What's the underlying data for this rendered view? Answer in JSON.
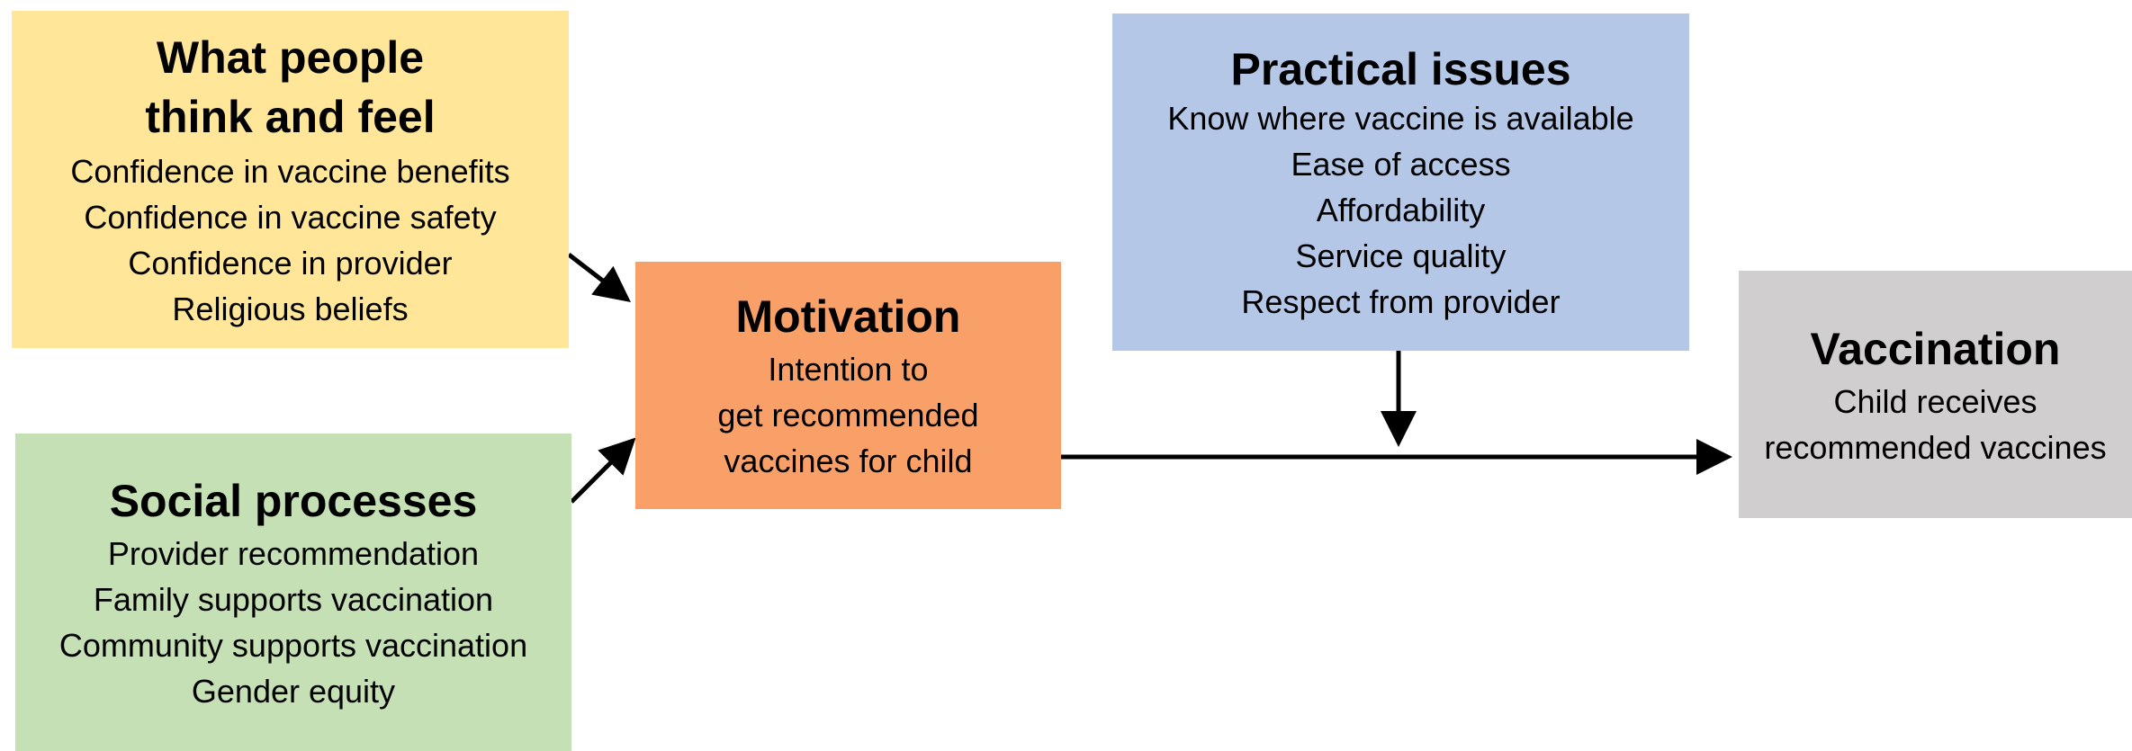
{
  "colors": {
    "think_feel": "#FFE699",
    "social": "#C5E0B4",
    "motivation": "#F8A068",
    "practical": "#B4C7E7",
    "vaccination": "#D0CECE",
    "arrow": "#000000"
  },
  "think_feel": {
    "title": "What people\nthink and feel",
    "items": [
      "Confidence in vaccine benefits",
      "Confidence in vaccine safety",
      "Confidence in provider",
      "Religious beliefs"
    ]
  },
  "social": {
    "title": "Social processes",
    "items": [
      "Provider recommendation",
      "Family supports vaccination",
      "Community supports vaccination",
      "Gender equity"
    ]
  },
  "motivation": {
    "title": "Motivation",
    "items": [
      "Intention to",
      "get recommended",
      "vaccines for child"
    ]
  },
  "practical": {
    "title": "Practical issues",
    "items": [
      "Know where vaccine is available",
      "Ease of access",
      "Affordability",
      "Service quality",
      "Respect from provider"
    ]
  },
  "vaccination": {
    "title": "Vaccination",
    "items": [
      "Child receives",
      "recommended vaccines"
    ]
  }
}
